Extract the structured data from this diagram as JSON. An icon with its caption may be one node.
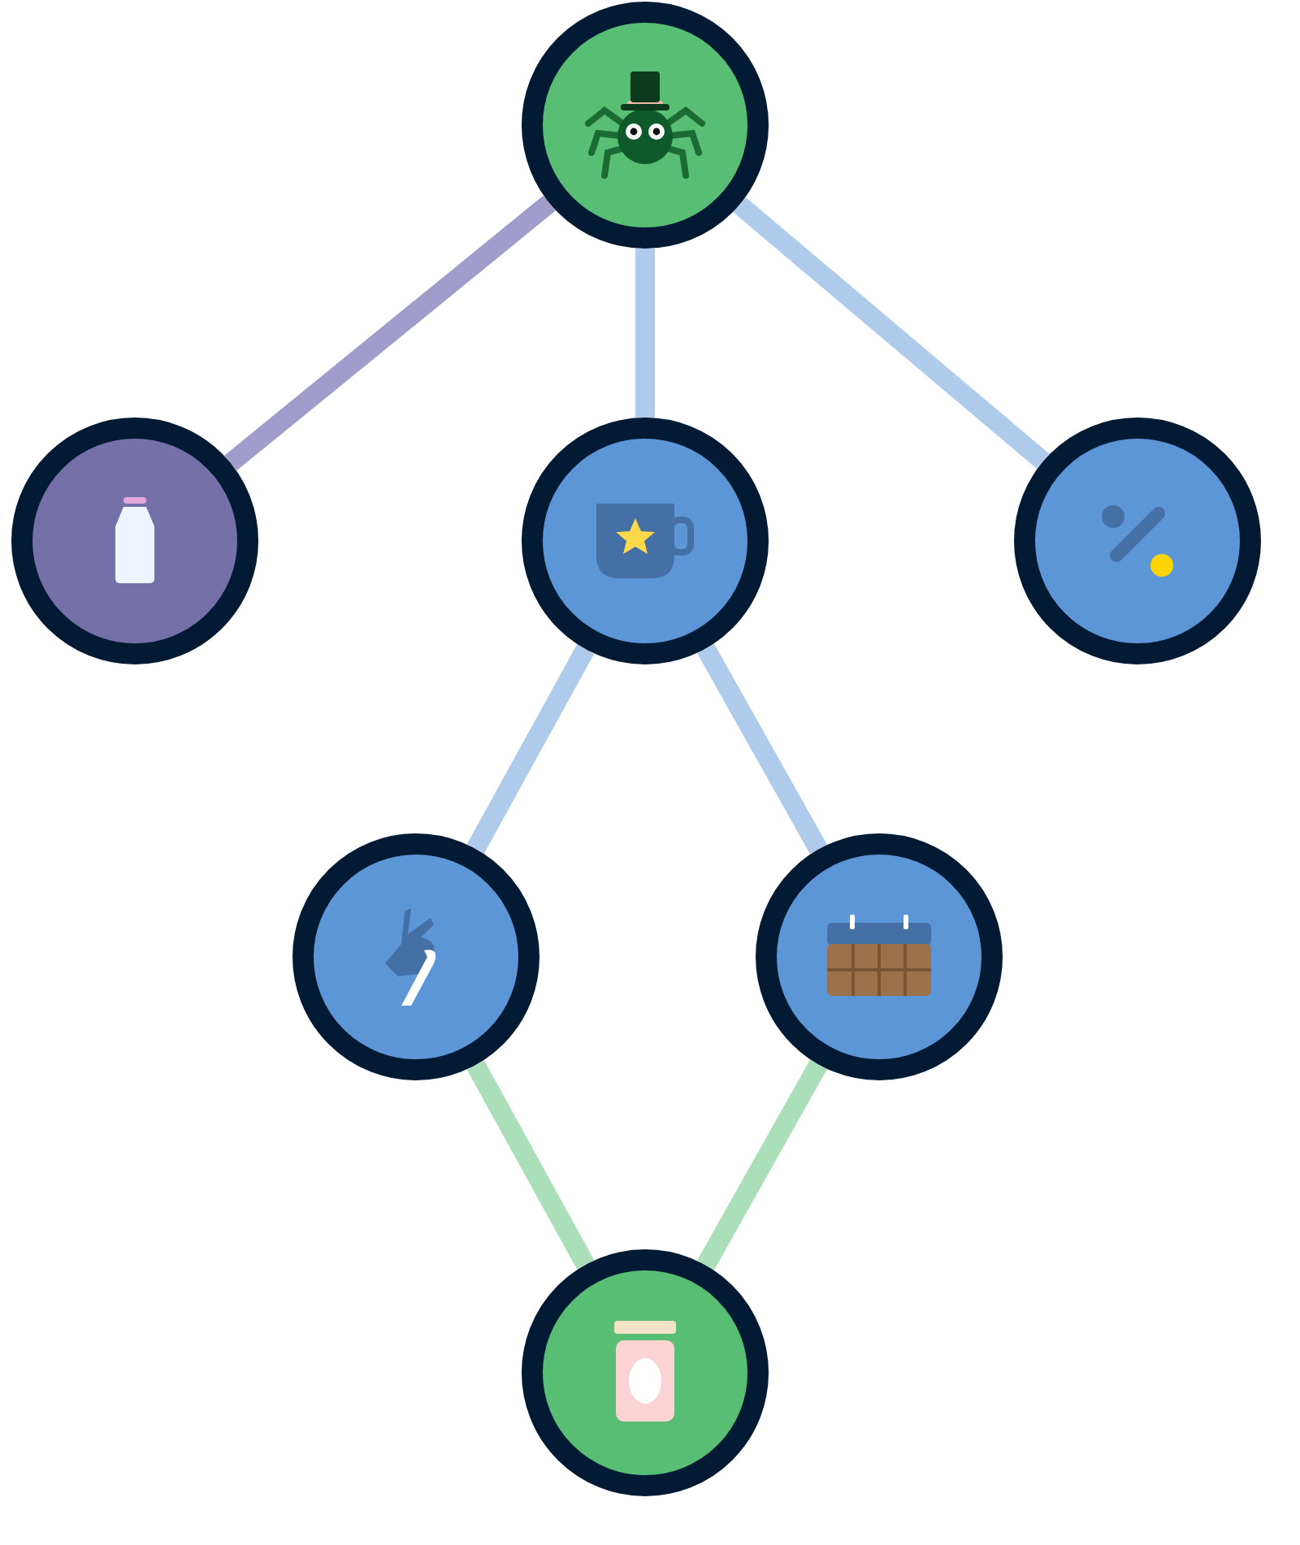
{
  "diagram": {
    "nodes": [
      {
        "text": [],
        "shape": "circle"
      },
      {
        "text": [],
        "shape": "circle"
      },
      {
        "text": [],
        "shape": "circle"
      },
      {
        "text": [],
        "shape": "circle"
      },
      {
        "text": [],
        "shape": "circle"
      },
      {
        "text": [],
        "shape": "circle"
      },
      {
        "text": [],
        "shape": "circle"
      }
    ],
    "edges": [
      {
        "from": 0,
        "to": 1,
        "arrow": "none",
        "color": "#a09ccb"
      },
      {
        "from": 0,
        "to": 2,
        "arrow": "none"
      },
      {
        "from": 0,
        "to": 3,
        "arrow": "none"
      },
      {
        "from": 2,
        "to": 4,
        "arrow": "none"
      },
      {
        "from": 2,
        "to": 5,
        "arrow": "none"
      },
      {
        "from": 4,
        "to": 6,
        "arrow": "none",
        "color": "#abdfba"
      },
      {
        "from": 5,
        "to": 6,
        "arrow": "none",
        "color": "#abdfba"
      }
    ]
  }
}
